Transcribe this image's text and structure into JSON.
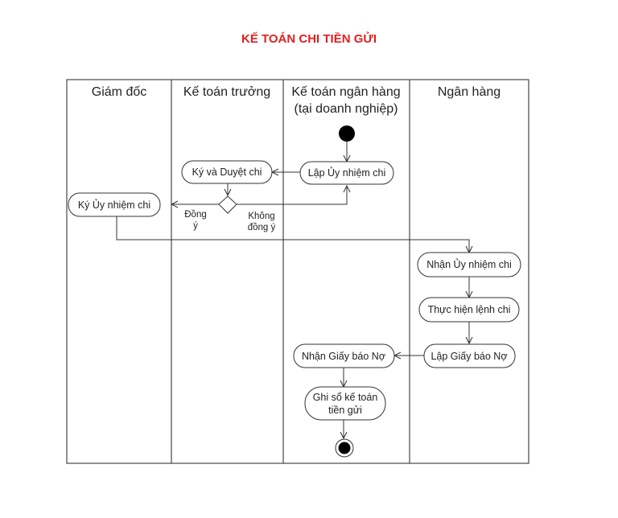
{
  "title": "KẾ TOÁN CHI TIỀN GỬI",
  "lanes": [
    "Giám đốc",
    "Kế toán trưởng",
    "Kế toán ngân hàng",
    "(tại doanh nghiệp)",
    "Ngân hàng"
  ],
  "activities": {
    "lap_uy_nhiem_chi": "Lập Ủy nhiệm chi",
    "ky_va_duyet_chi": "Ký và Duyệt chi",
    "ky_uy_nhiem_chi": "Ký Ủy nhiệm chi",
    "nhan_uy_nhiem_chi": "Nhận Ủy nhiệm chi",
    "thuc_hien_lenh_chi": "Thực hiện lệnh chi",
    "lap_giay_bao_no": "Lập Giấy báo Nợ",
    "nhan_giay_bao_no": "Nhận Giấy báo Nợ",
    "ghi_so_line1": "Ghi sổ kế toán",
    "ghi_so_line2": "tiền gửi"
  },
  "guards": {
    "dong_y_1": "Đồng",
    "dong_y_2": "ý",
    "khong_dong_y_1": "Không",
    "khong_dong_y_2": "đồng ý"
  }
}
